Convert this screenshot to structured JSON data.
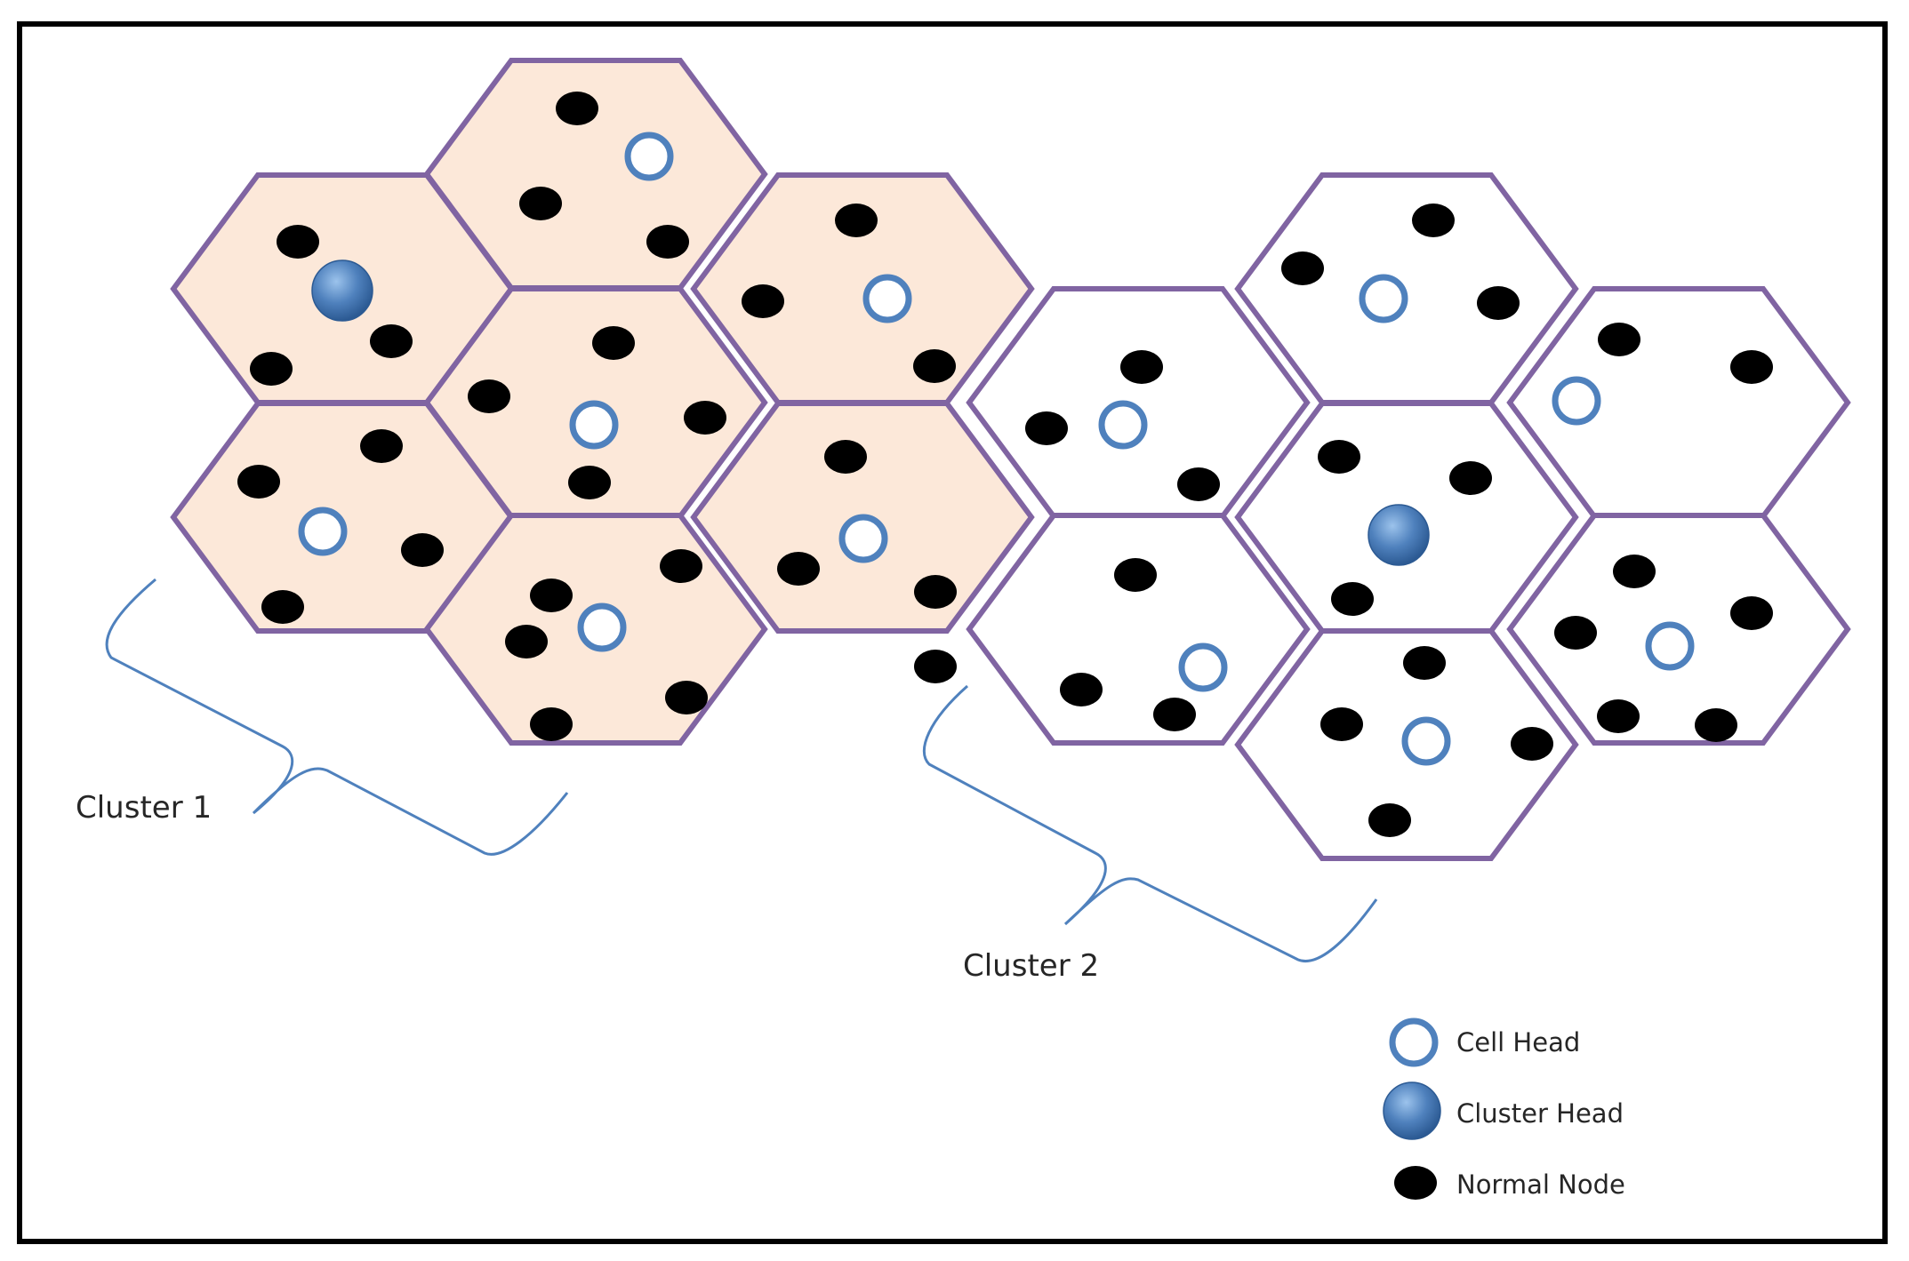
{
  "labels": {
    "cluster1": "Cluster 1",
    "cluster2": "Cluster 2"
  },
  "legend": {
    "cell_head": "Cell Head",
    "cluster_head": "Cluster Head",
    "normal_node": "Normal Node"
  },
  "colors": {
    "frame": "#000000",
    "hex_border": "#8064A2",
    "cluster1_fill": "#FCE8D9",
    "cluster2_fill": "#FFFFFF",
    "cell_head_ring": "#4F81BD",
    "cluster_head_fill": "#4F81BD",
    "normal_node": "#000000",
    "brace": "#4F81BD"
  }
}
